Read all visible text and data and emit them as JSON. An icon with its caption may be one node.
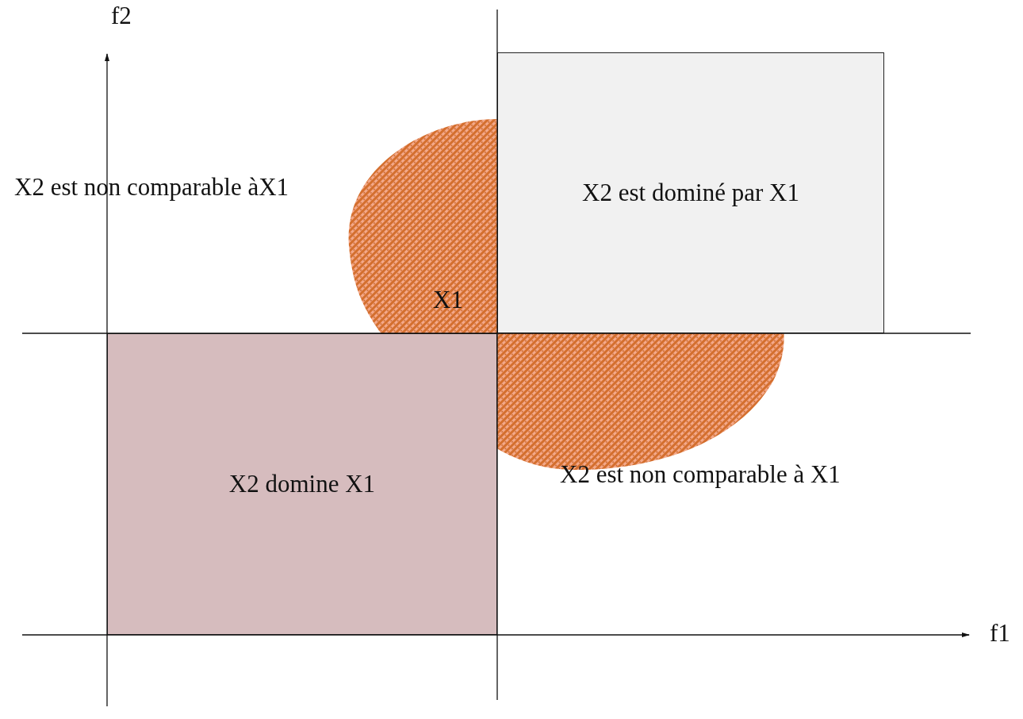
{
  "diagram": {
    "nodes": [
      {
        "text": [
          "X2 est dominé par X1"
        ]
      },
      {
        "text": [
          "X2 domine X1"
        ]
      }
    ],
    "labels": [
      "f2",
      "X2 est non comparable àX1",
      "X1",
      "X2 est non comparable à X1",
      "f1"
    ]
  }
}
